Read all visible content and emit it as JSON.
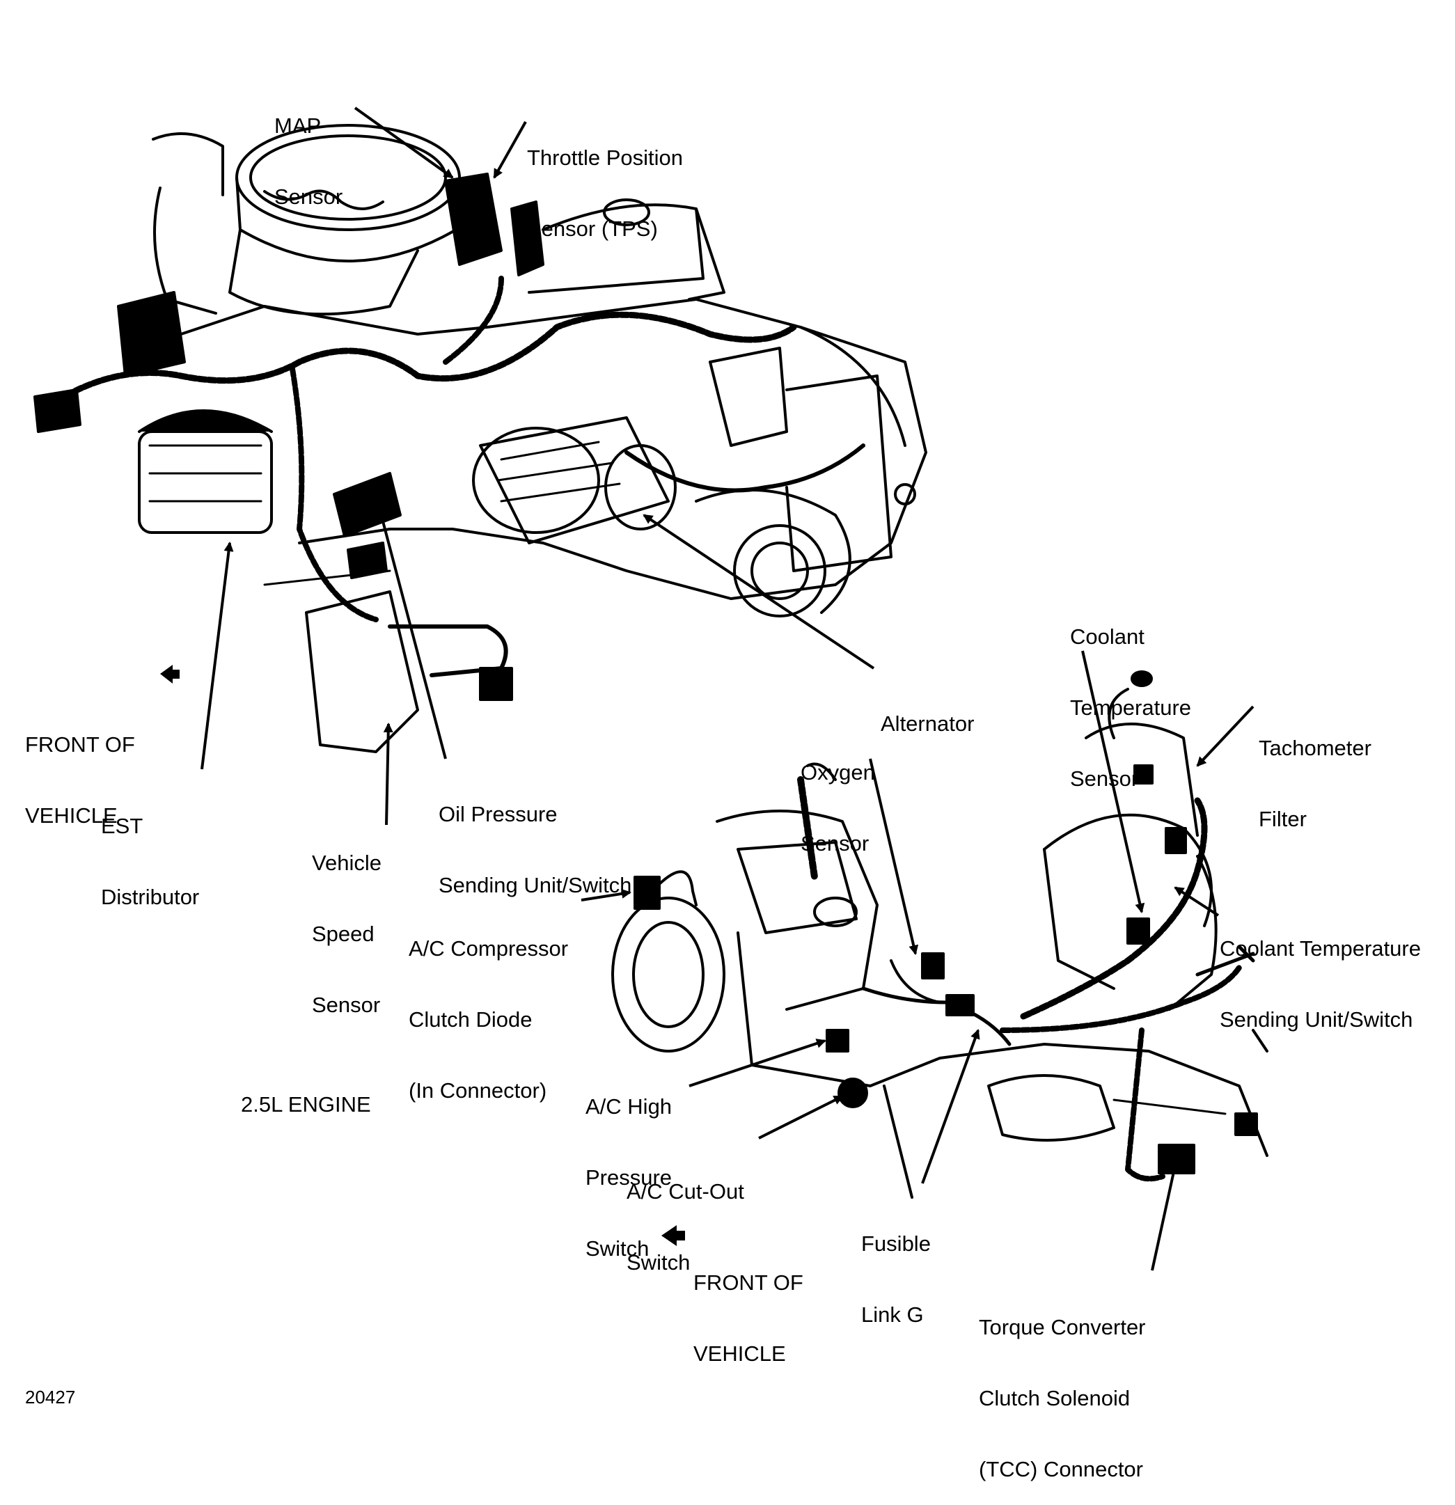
{
  "labels": {
    "map_sensor": [
      "MAP",
      "Sensor"
    ],
    "throttle_position_sensor": [
      "Throttle Position",
      "Sensor (TPS)"
    ],
    "front_of_vehicle_top": [
      "FRONT OF",
      "VEHICLE"
    ],
    "est_distributor": [
      "EST",
      "Distributor"
    ],
    "vehicle_speed_sensor": [
      "Vehicle",
      "Speed",
      "Sensor"
    ],
    "oil_pressure_sending": [
      "Oil Pressure",
      "Sending Unit/Switch"
    ],
    "alternator": [
      "Alternator"
    ],
    "coolant_temperature_sensor": [
      "Coolant",
      "Temperature",
      "Sensor"
    ],
    "tachometer_filter": [
      "Tachometer",
      "Filter"
    ],
    "oxygen_sensor": [
      "Oxygen",
      "Sensor"
    ],
    "ac_compressor_clutch_diode": [
      "A/C Compressor",
      "Clutch Diode",
      "(In Connector)"
    ],
    "coolant_temperature_sending": [
      "Coolant Temperature",
      "Sending Unit/Switch"
    ],
    "engine_label": [
      "2.5L ENGINE"
    ],
    "ac_high_pressure_switch": [
      "A/C High",
      "Pressure",
      "Switch"
    ],
    "ac_cut_out_switch": [
      "A/C Cut-Out",
      "Switch"
    ],
    "fusible_link": [
      "Fusible",
      "Link G"
    ],
    "front_of_vehicle_bottom": [
      "FRONT OF",
      "VEHICLE"
    ],
    "tcc_connector": [
      "Torque Converter",
      "Clutch Solenoid",
      "(TCC) Connector"
    ],
    "figure_number": [
      "20427"
    ]
  }
}
